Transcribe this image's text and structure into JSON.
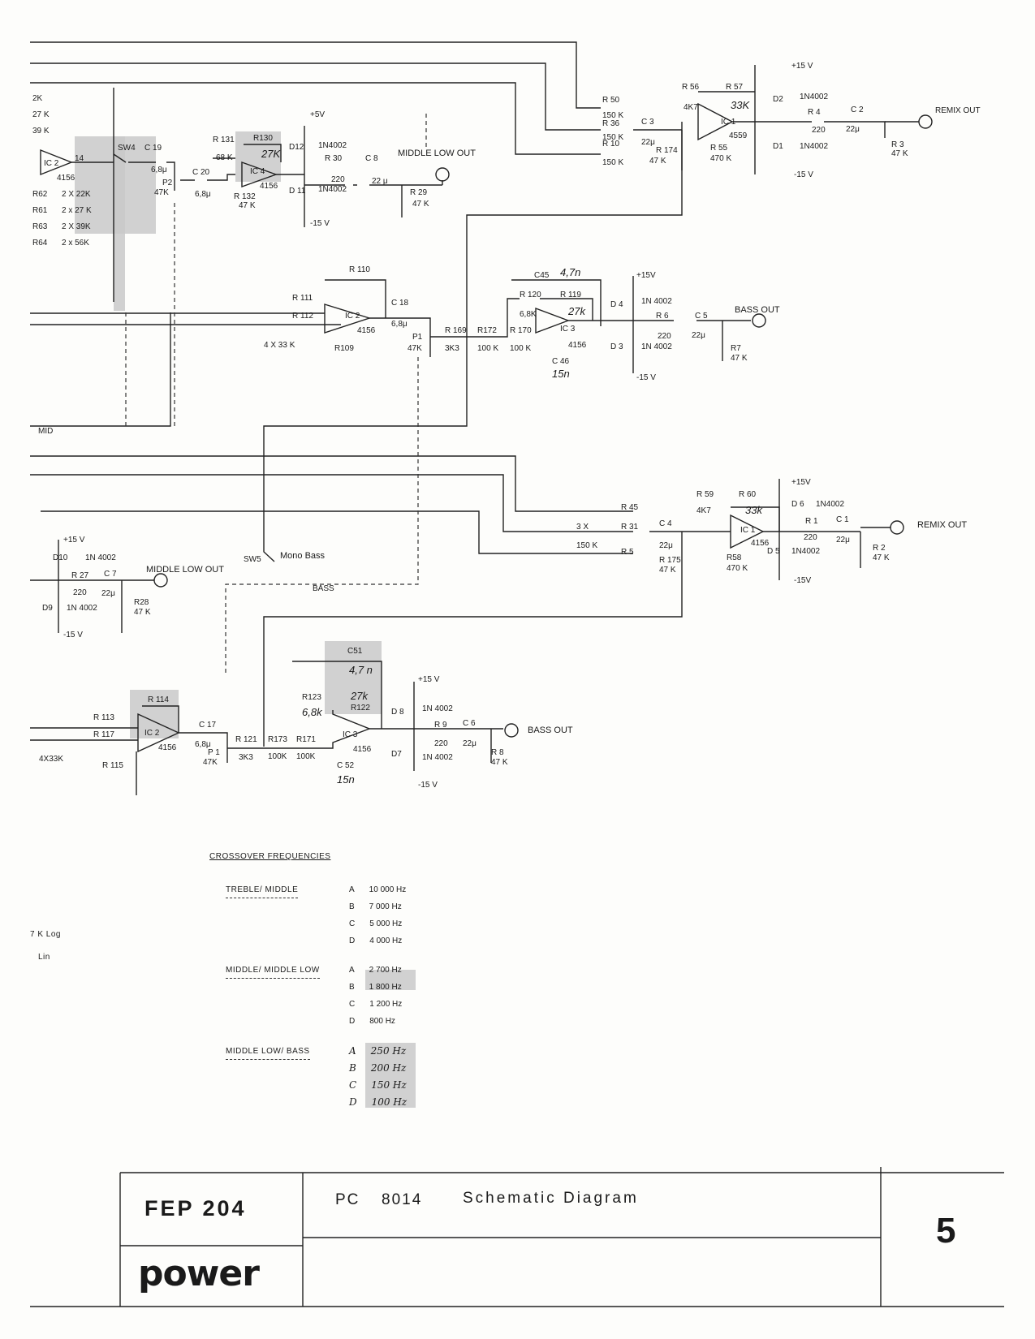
{
  "components": {
    "top": {
      "left_resistors": [
        "2K",
        "27 K",
        "39 K"
      ],
      "ic2_left": {
        "ref": "IC 2",
        "type": "4156",
        "pin": "14"
      },
      "rows": [
        {
          "ref": "R62",
          "val": "2 X 22K"
        },
        {
          "ref": "R61",
          "val": "2 x 27 K"
        },
        {
          "ref": "R63",
          "val": "2 X 39K"
        },
        {
          "ref": "R64",
          "val": "2 x 56K"
        }
      ],
      "sw4": "SW4",
      "c19": "C 19",
      "c19_val": "6,8μ",
      "p2": "P2",
      "p2_val": "47K",
      "c20": "C 20",
      "c20_val": "6,8μ",
      "r131": "R 131",
      "r131_val": "68 K",
      "r130": "R130",
      "r130_val": "27K",
      "ic4": "IC 4",
      "ic4_type": "4156",
      "r132": "R 132",
      "r132_val": "47 K",
      "plus15": "+5V",
      "minus15": "-15 V",
      "d12": "D12",
      "d12_type": "1N4002",
      "d11": "D 11",
      "d11_type": "1N4002",
      "r30": "R 30",
      "r30_val": "220",
      "c8": "C 8",
      "c8_val": "22 μ",
      "r29": "R 29",
      "r29_val": "47 K",
      "middle_low_out": "MIDDLE LOW OUT",
      "r50": "R 50",
      "r50_val": "150 K",
      "r36": "R 36",
      "r36_val": "150 K",
      "r10": "R 10",
      "r10_val": "150 K",
      "c3": "C 3",
      "c3_val": "22μ",
      "r174": "R 174",
      "r174_val": "47 K",
      "r56": "R 56",
      "r56_val": "4K7",
      "r57": "R 57",
      "r57_val": "33K",
      "ic1": "IC 1",
      "ic1_type": "4559",
      "r55": "R 55",
      "r55_val": "470 K",
      "plus15v": "+15 V",
      "minus15v": "-15 V",
      "d2": "D2",
      "d2_type": "1N4002",
      "d1": "D1",
      "d1_type": "1N4002",
      "r4": "R 4",
      "r4_val": "220",
      "c2": "C 2",
      "c2_val": "22μ",
      "r3": "R 3",
      "r3_val": "47 K",
      "remix_out": "REMIX OUT"
    },
    "bass1": {
      "r110": "R 110",
      "r111": "R 111",
      "r112": "R 112",
      "res_array": "4 X 33 K",
      "ic2": "IC 2",
      "ic2_type": "4156",
      "r109": "R109",
      "c18": "C 18",
      "c18_val": "6,8μ",
      "p1": "P1",
      "p1_val": "47K",
      "r169": "R 169",
      "r169_val": "3K3",
      "r172": "R172",
      "r172_val": "100 K",
      "c45": "C45",
      "c45_val": "4,7n",
      "r120": "R 120",
      "r120_val": "6,8K",
      "r119": "R 119",
      "r119_val": "27k",
      "r170": "R 170",
      "r170_val": "100 K",
      "ic3": "IC 3",
      "ic3_type": "4156",
      "c46": "C 46",
      "c46_val": "15n",
      "plus15": "+15V",
      "minus15": "-15 V",
      "d4": "D 4",
      "d4_type": "1N 4002",
      "d3": "D 3",
      "d3_type": "1N 4002",
      "r6": "R 6",
      "r6_val": "220",
      "c5": "C 5",
      "c5_val": "22μ",
      "r7": "R7",
      "r7_val": "47 K",
      "bass_out": "BASS OUT",
      "mid": "MID"
    },
    "lower": {
      "r59": "R 59",
      "r59_val": "4K7",
      "r60": "R 60",
      "r60_val": "33k",
      "r45": "R 45",
      "r31": "R 31",
      "r5": "R 5",
      "r_arr": "3 X",
      "r_arr_val": "150 K",
      "c4": "C 4",
      "c4_val": "22μ",
      "r175": "R 175",
      "r175_val": "47 K",
      "ic1": "IC 1",
      "ic1_type": "4156",
      "r58": "R58",
      "r58_val": "470 K",
      "plus15": "+15V",
      "minus15": "-15V",
      "d6": "D 6",
      "d6_type": "1N4002",
      "d5": "D 5",
      "d5_type": "1N4002",
      "r1": "R 1",
      "r1_val": "220",
      "c1": "C 1",
      "c1_val": "22μ",
      "r2": "R 2",
      "r2_val": "47 K",
      "remix_out": "REMIX OUT",
      "sw5": "SW5",
      "mono_bass": "Mono Bass",
      "bass": "BASS",
      "left_plus15": "+15 V",
      "left_minus15": "-15 V",
      "d10": "D10",
      "d10_type": "1N 4002",
      "d9": "D9",
      "d9_type": "1N 4002",
      "r27": "R 27",
      "r27_val": "220",
      "c7": "C 7",
      "c7_val": "22μ",
      "r28": "R28",
      "r28_val": "47 K",
      "middle_low_out": "MIDDLE LOW OUT"
    },
    "bass2": {
      "r114": "R 114",
      "r113": "R 113",
      "r117": "R 117",
      "res_array": "4X33K",
      "r115": "R 115",
      "ic2": "IC 2",
      "ic2_type": "4156",
      "c17": "C 17",
      "c17_val": "6,8μ",
      "p1": "P 1",
      "p1_val": "47K",
      "r121": "R 121",
      "r121_val": "3K3",
      "r173": "R173",
      "r173_val": "100K",
      "r171": "R171",
      "r171_val": "100K",
      "c51": "C51",
      "c51_val": "4,7 n",
      "r123": "R123",
      "r123_val": "6,8k",
      "r122": "R122",
      "r122_val": "27k",
      "ic3": "IC 3",
      "ic3_type": "4156",
      "c52": "C 52",
      "c52_val": "15n",
      "plus15": "+15 V",
      "minus15": "-15 V",
      "d8": "D 8",
      "d8_type": "1N 4002",
      "d7": "D7",
      "d7_type": "1N 4002",
      "r9": "R 9",
      "r9_val": "220",
      "c6": "C 6",
      "c6_val": "22μ",
      "r8": "R 8",
      "r8_val": "47 K",
      "bass_out": "BASS OUT"
    }
  },
  "side_notes": [
    "7 K Log",
    "Lin"
  ],
  "crossover": {
    "title": "CROSSOVER FREQUENCIES",
    "groups": [
      {
        "name": "TREBLE/ MIDDLE",
        "rows": [
          {
            "k": "A",
            "v": "10 000 Hz"
          },
          {
            "k": "B",
            "v": "7 000 Hz"
          },
          {
            "k": "C",
            "v": "5 000 Hz"
          },
          {
            "k": "D",
            "v": "4 000 Hz"
          }
        ]
      },
      {
        "name": "MIDDLE/ MIDDLE LOW",
        "rows": [
          {
            "k": "A",
            "v": "2 700 Hz"
          },
          {
            "k": "B",
            "v": "1 800 Hz"
          },
          {
            "k": "C",
            "v": "1 200 Hz"
          },
          {
            "k": "D",
            "v": "800 Hz"
          }
        ]
      },
      {
        "name": "MIDDLE LOW/ BASS",
        "rows": [
          {
            "k": "A",
            "v": "250 Hz"
          },
          {
            "k": "B",
            "v": "200 Hz"
          },
          {
            "k": "C",
            "v": "150 Hz"
          },
          {
            "k": "D",
            "v": "100 Hz"
          }
        ]
      }
    ]
  },
  "title_block": {
    "model": "FEP 204",
    "brand": "power",
    "pc": "PC",
    "pc_number": "8014",
    "doc_title": "Schematic Diagram",
    "page": "5"
  }
}
